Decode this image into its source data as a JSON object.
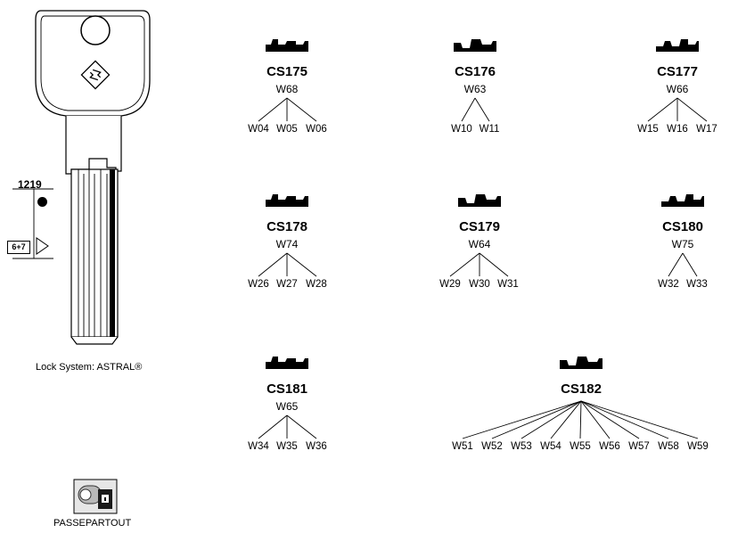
{
  "key": {
    "code": "1219",
    "code_box": "6+7",
    "lock_system": "Lock System:  ASTRAL®",
    "passepartout_label": "PASSEPARTOUT"
  },
  "groups": [
    {
      "cs": "CS175",
      "w": "W68",
      "children": [
        "W04",
        "W05",
        "W06"
      ]
    },
    {
      "cs": "CS176",
      "w": "W63",
      "children": [
        "W10",
        "W11"
      ]
    },
    {
      "cs": "CS177",
      "w": "W66",
      "children": [
        "W15",
        "W16",
        "W17"
      ]
    },
    {
      "cs": "CS178",
      "w": "W74",
      "children": [
        "W26",
        "W27",
        "W28"
      ]
    },
    {
      "cs": "CS179",
      "w": "W64",
      "children": [
        "W29",
        "W30",
        "W31"
      ]
    },
    {
      "cs": "CS180",
      "w": "W75",
      "children": [
        "W32",
        "W33"
      ]
    },
    {
      "cs": "CS181",
      "w": "W65",
      "children": [
        "W34",
        "W35",
        "W36"
      ]
    },
    {
      "cs": "CS182",
      "w": "",
      "children": [
        "W51",
        "W52",
        "W53",
        "W54",
        "W55",
        "W56",
        "W57",
        "W58",
        "W59"
      ]
    }
  ]
}
